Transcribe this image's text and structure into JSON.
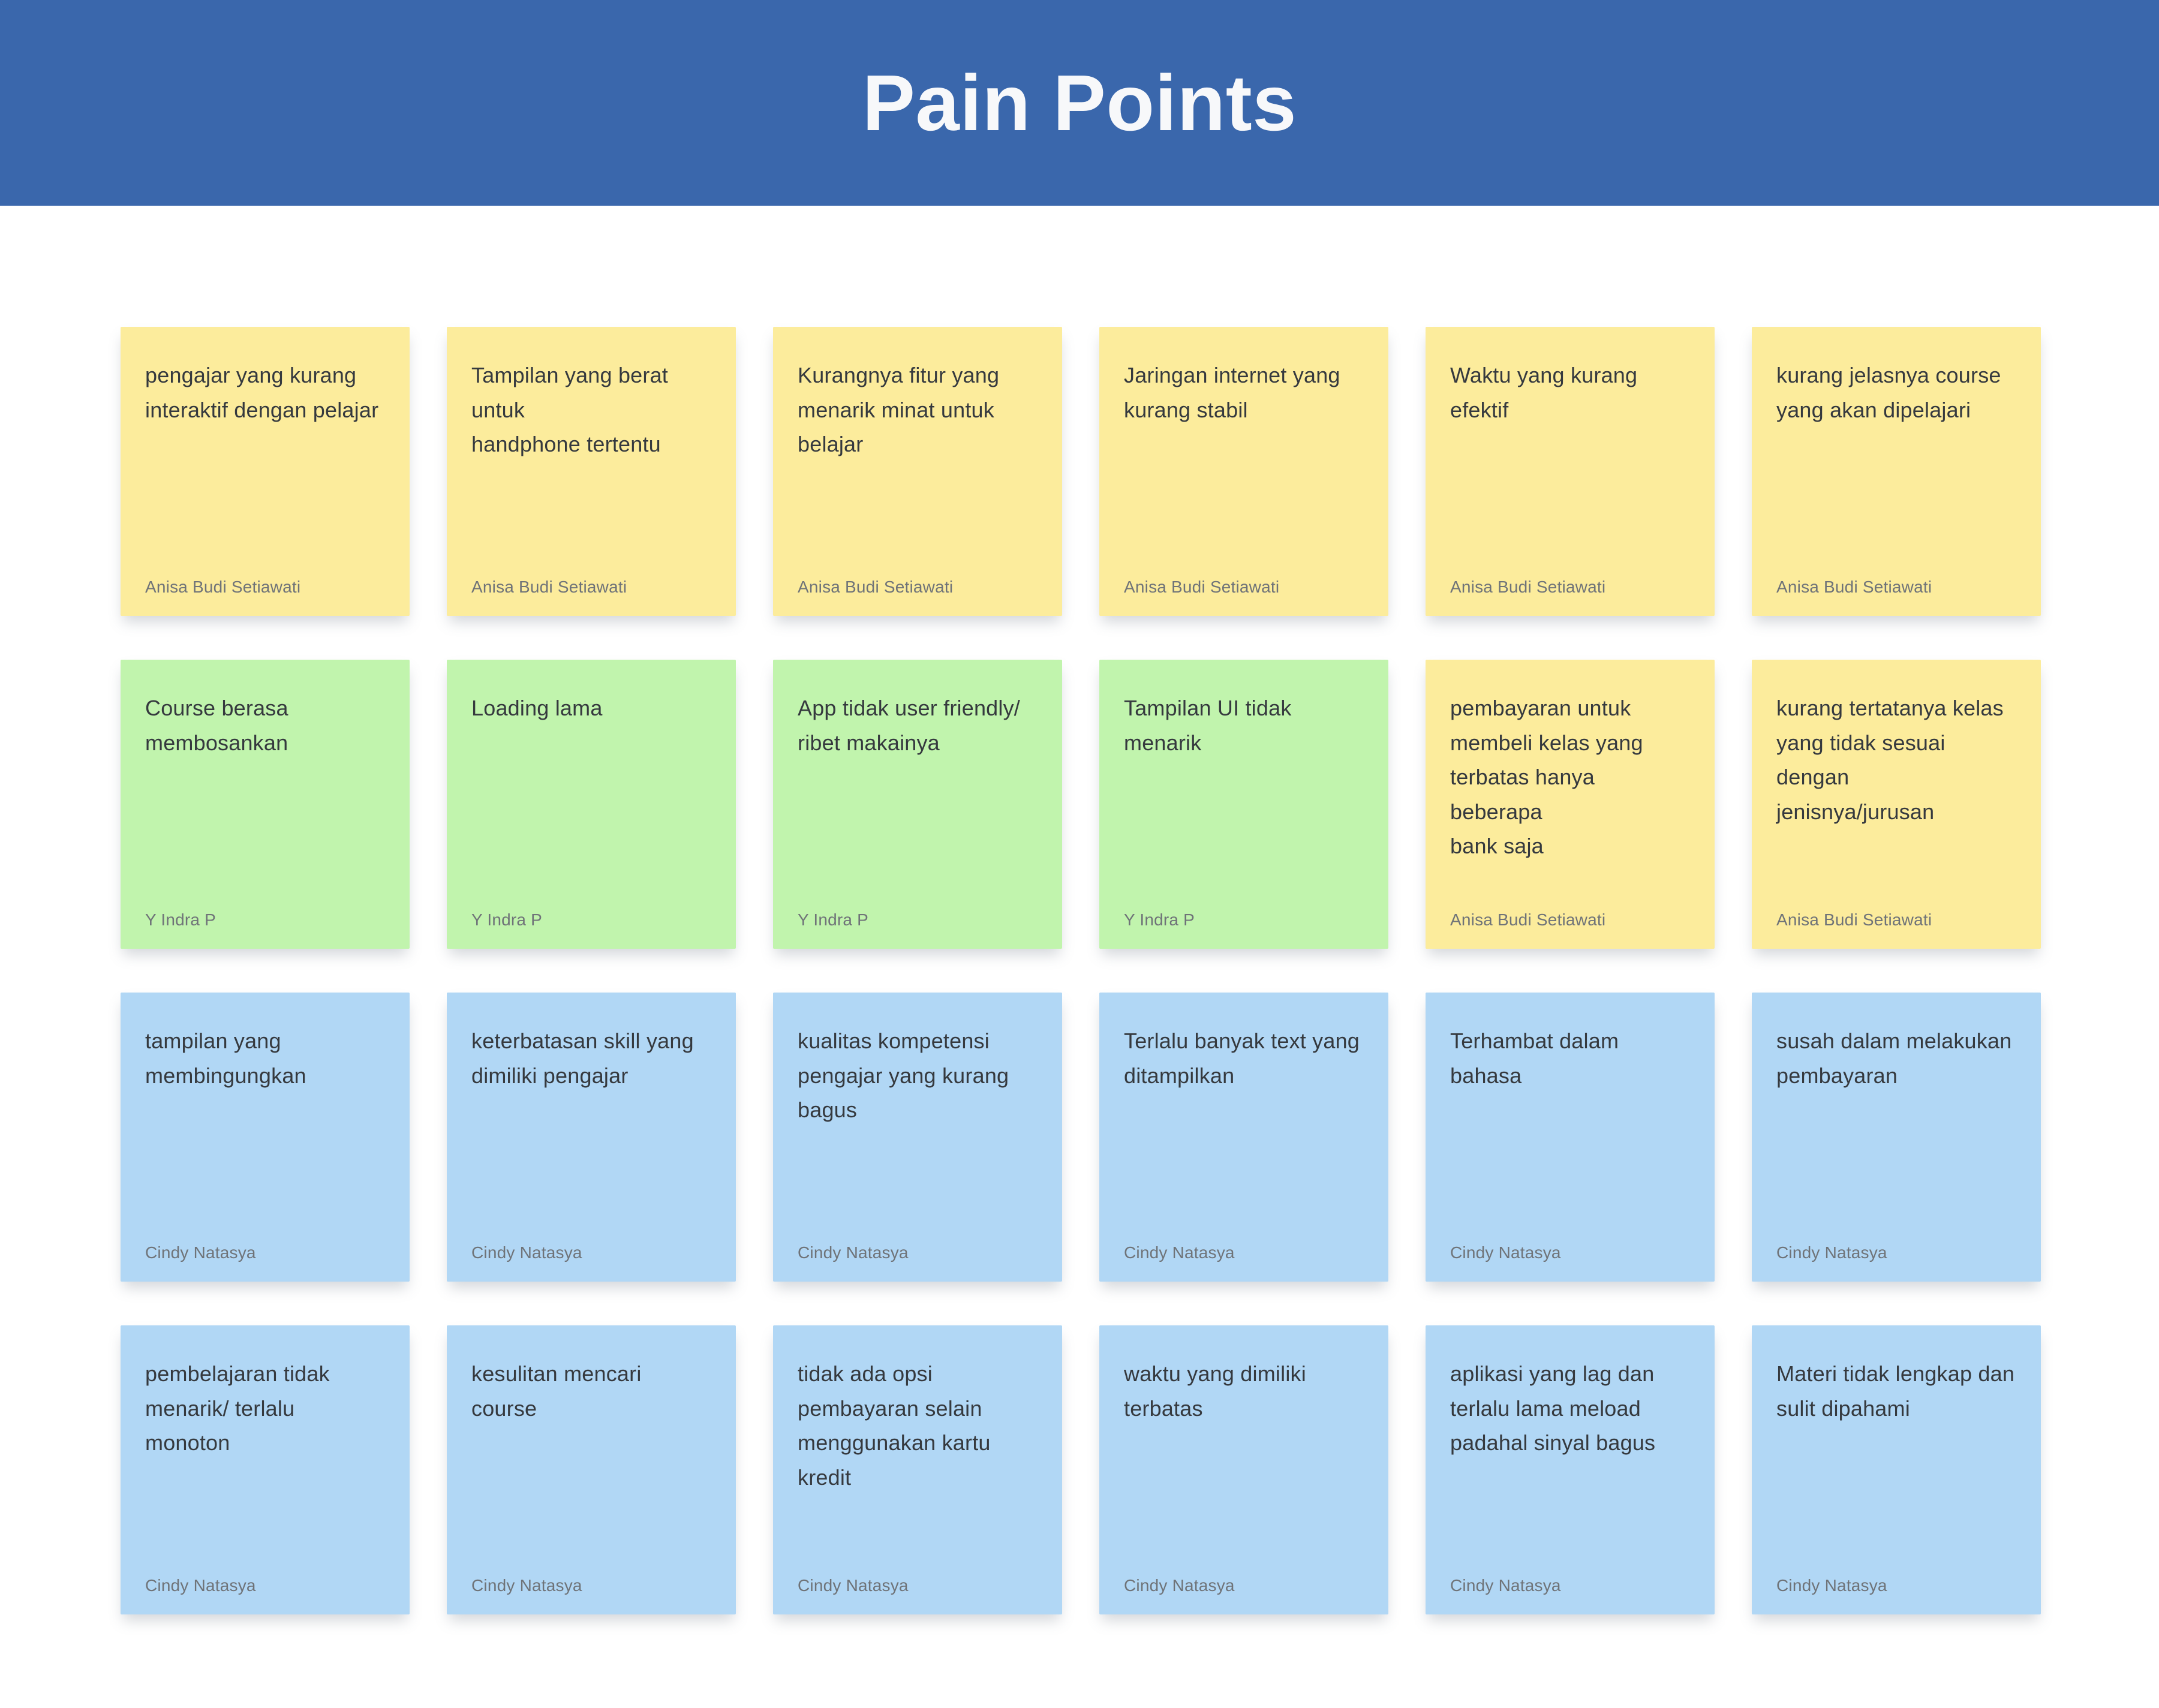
{
  "header": {
    "title": "Pain Points"
  },
  "colors": {
    "header_bg": "#3A67AC",
    "header_text": "#F7F8FA",
    "note_yellow": "#FCEC9C",
    "note_green": "#C1F4AD",
    "note_blue": "#B1D7F5",
    "note_text": "#35393E",
    "author_text": "#6F7378"
  },
  "board": {
    "notes": [
      {
        "text": "pengajar yang kurang\ninteraktif dengan pelajar",
        "author": "Anisa Budi Setiawati",
        "color": "yellow"
      },
      {
        "text": "Tampilan yang berat untuk\nhandphone tertentu",
        "author": "Anisa Budi Setiawati",
        "color": "yellow"
      },
      {
        "text": "Kurangnya fitur yang\nmenarik minat untuk\nbelajar",
        "author": "Anisa Budi Setiawati",
        "color": "yellow"
      },
      {
        "text": "Jaringan internet yang\nkurang stabil",
        "author": "Anisa Budi Setiawati",
        "color": "yellow"
      },
      {
        "text": "Waktu yang kurang efektif",
        "author": "Anisa Budi Setiawati",
        "color": "yellow"
      },
      {
        "text": "kurang jelasnya course\nyang akan dipelajari",
        "author": "Anisa Budi Setiawati",
        "color": "yellow"
      },
      {
        "text": "Course berasa\nmembosankan",
        "author": "Y Indra P",
        "color": "green"
      },
      {
        "text": "Loading lama",
        "author": "Y Indra P",
        "color": "green"
      },
      {
        "text": "App tidak user friendly/\nribet makainya",
        "author": "Y Indra P",
        "color": "green"
      },
      {
        "text": "Tampilan UI tidak menarik",
        "author": "Y Indra P",
        "color": "green"
      },
      {
        "text": "pembayaran untuk\nmembeli kelas yang\nterbatas hanya beberapa\nbank saja",
        "author": "Anisa Budi Setiawati",
        "color": "yellow"
      },
      {
        "text": "kurang tertatanya kelas\nyang tidak sesuai dengan\njenisnya/jurusan",
        "author": "Anisa Budi Setiawati",
        "color": "yellow"
      },
      {
        "text": "tampilan yang\nmembingungkan",
        "author": "Cindy Natasya",
        "color": "blue"
      },
      {
        "text": "keterbatasan skill yang\ndimiliki pengajar",
        "author": "Cindy Natasya",
        "color": "blue"
      },
      {
        "text": "kualitas kompetensi\npengajar yang kurang\nbagus",
        "author": "Cindy Natasya",
        "color": "blue"
      },
      {
        "text": "Terlalu banyak text yang\nditampilkan",
        "author": "Cindy Natasya",
        "color": "blue"
      },
      {
        "text": "Terhambat dalam bahasa",
        "author": "Cindy Natasya",
        "color": "blue"
      },
      {
        "text": "susah dalam melakukan\npembayaran",
        "author": "Cindy Natasya",
        "color": "blue"
      },
      {
        "text": "pembelajaran tidak\nmenarik/ terlalu monoton",
        "author": "Cindy Natasya",
        "color": "blue"
      },
      {
        "text": "kesulitan mencari course",
        "author": "Cindy Natasya",
        "color": "blue"
      },
      {
        "text": "tidak ada opsi\npembayaran selain\nmenggunakan kartu kredit",
        "author": "Cindy Natasya",
        "color": "blue"
      },
      {
        "text": "waktu yang dimiliki\nterbatas",
        "author": "Cindy Natasya",
        "color": "blue"
      },
      {
        "text": "aplikasi yang lag dan\nterlalu lama meload\npadahal sinyal bagus",
        "author": "Cindy Natasya",
        "color": "blue"
      },
      {
        "text": "Materi tidak lengkap dan\nsulit dipahami",
        "author": "Cindy Natasya",
        "color": "blue"
      }
    ]
  }
}
